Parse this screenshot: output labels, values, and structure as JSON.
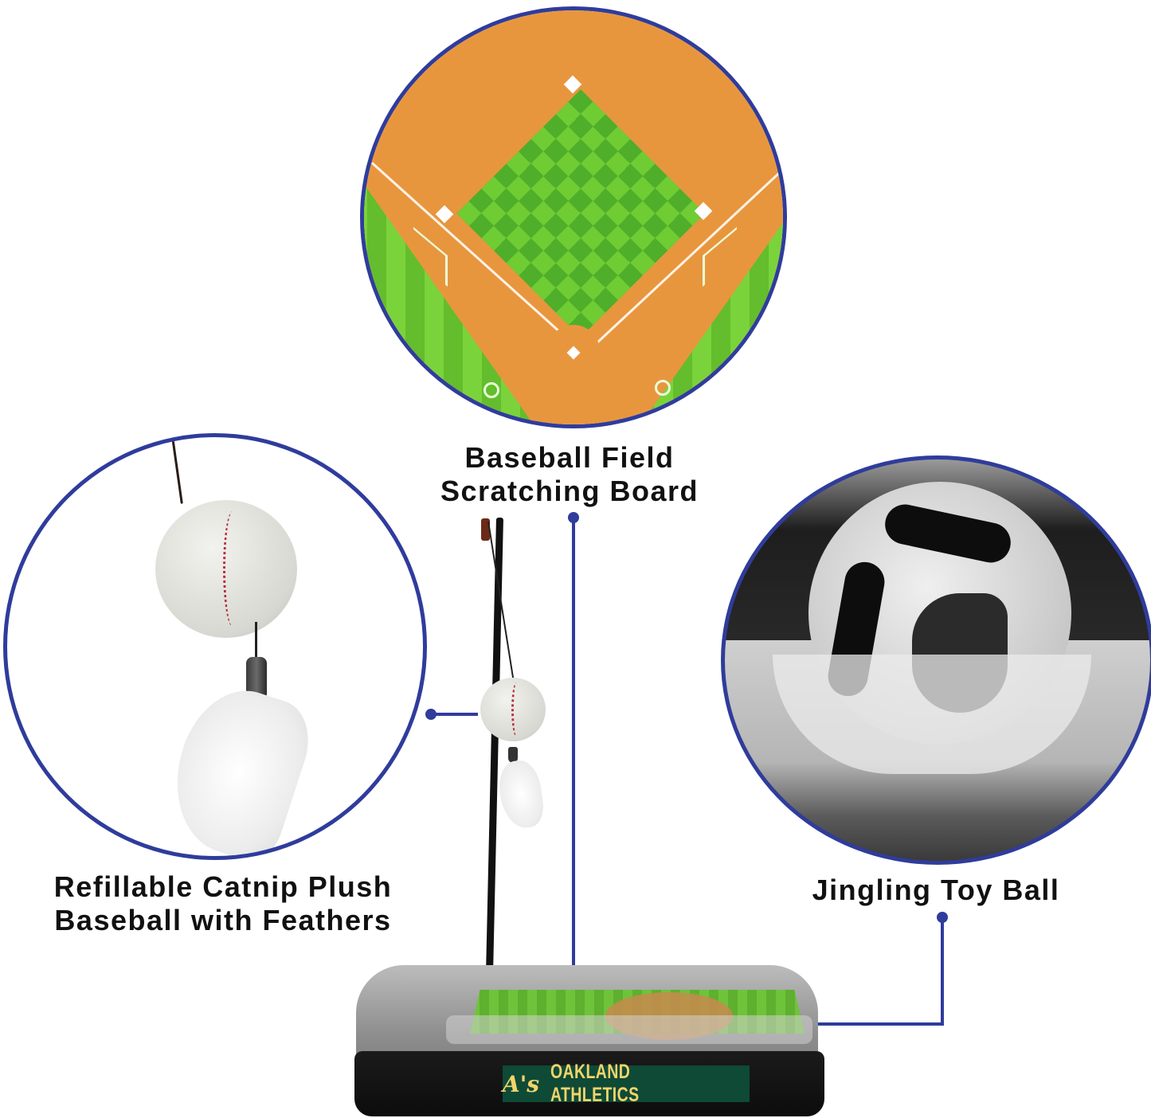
{
  "callouts": {
    "field": {
      "line1": "Baseball Field",
      "line2": "Scratching Board"
    },
    "catnip": {
      "line1": "Refillable Catnip Plush",
      "line2": "Baseball with Feathers"
    },
    "ball": {
      "line1": "Jingling Toy Ball"
    }
  },
  "product": {
    "team_logo": "A's",
    "team_name": "OAKLAND ATHLETICS"
  },
  "colors": {
    "accent_blue": "#2f3c9c",
    "team_green": "#0f4a36",
    "team_gold": "#f2d46b",
    "field_green": "#7ad33a",
    "field_dirt": "#e8963e"
  }
}
